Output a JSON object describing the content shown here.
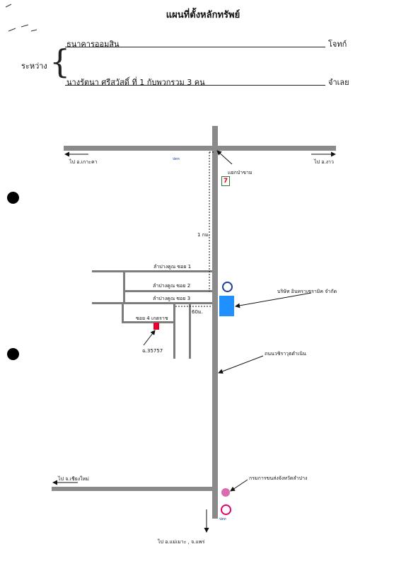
{
  "document": {
    "title": "แผนที่ตั้งหลักทรัพย์",
    "between_label": "ระหว่าง",
    "party1_name": "ธนาคารออมสิน",
    "party1_role": "โจทก์",
    "party2_name": "นางรัตนา   ศรีสวัสดิ์  ที่ 1 กับพวกรวม  3  คน",
    "party2_role": "จำเลย"
  },
  "map": {
    "dir_left_top": "ไป อ.เกาะคา",
    "dir_right_top": "ไป อ.งาว",
    "dir_left_bottom": "ไป จ.เชียงใหม่",
    "dir_bottom": "ไป อ.แม่เมาะ , จ.แพร่",
    "intersection": "แยกป่าขาม",
    "distance_1km": "1 กม.",
    "soi1": "ลำปางคูณ  ซอย 1",
    "soi2": "ลำปางคูณ  ซอย 2",
    "soi3": "ลำปางคูณ  ซอย 3",
    "soi4": "ซอย 4 เกตราช",
    "distance_60m": "60ม.",
    "deed": "ฉ.35757",
    "company": "บริษัท อินทราเซรามิค จำกัด",
    "road_name": "ถนนวชิราวุธดำเนิน",
    "office": "กรมการขนส่งจังหวัดลำปาง",
    "ptt_logo": "ปตท",
    "seven_eleven": "7",
    "colors": {
      "road": "#8a8a8a",
      "property": "#e4002b",
      "company_block": "#1e90ff",
      "ptt_blue": "#1c3f94"
    }
  }
}
